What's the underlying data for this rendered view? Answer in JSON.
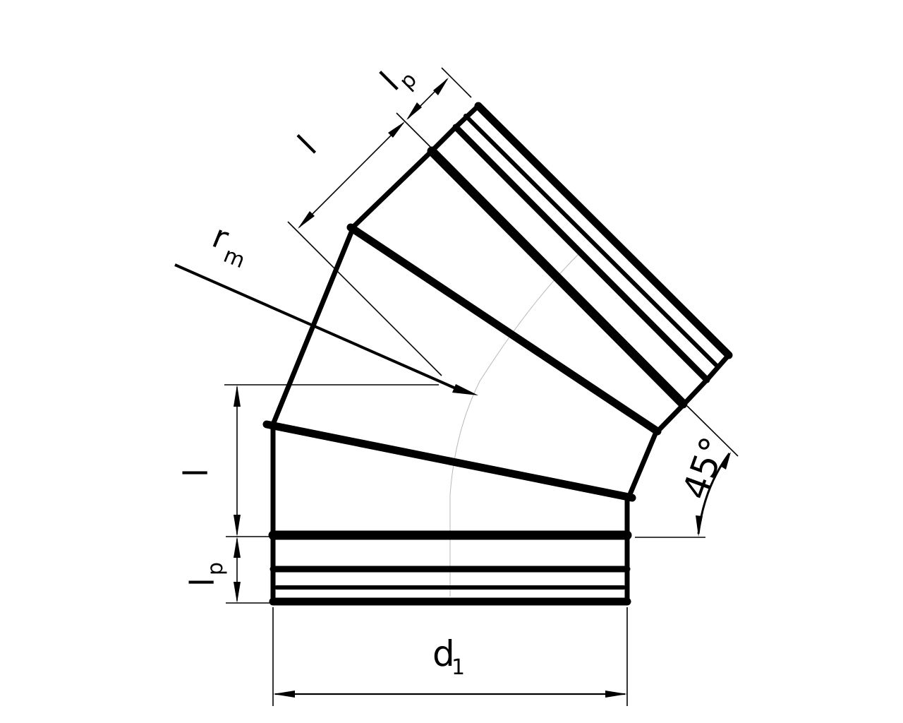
{
  "labels": {
    "l_side": "l",
    "lp_side": "l",
    "lp_side_sub": "p",
    "d": "d",
    "d_sub": "1",
    "l_top": "l",
    "lp_top": "l",
    "lp_top_sub": "p",
    "r": "r",
    "r_sub": "m",
    "angle": "45°"
  }
}
